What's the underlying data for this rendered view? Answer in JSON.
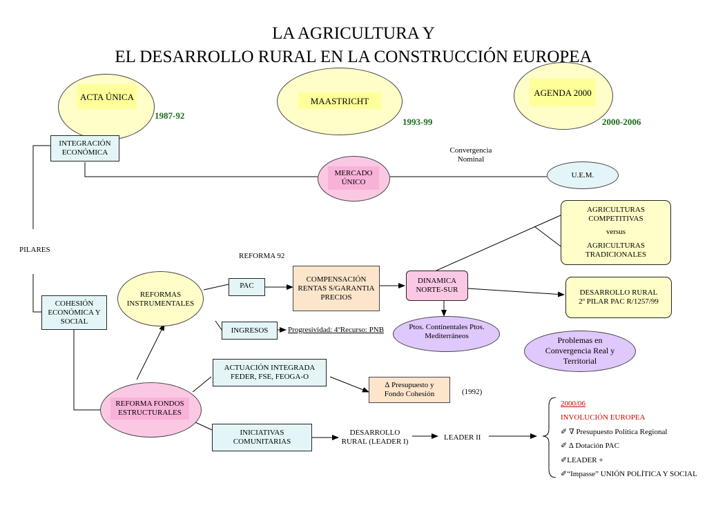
{
  "title": {
    "line1": "LA AGRICULTURA Y",
    "line2": "EL DESARROLLO RURAL EN LA CONSTRUCCIÓN EUROPEA"
  },
  "milestones": {
    "acta": {
      "label": "ACTA ÚNICA",
      "years": "1987-92"
    },
    "maastricht": {
      "label": "MAASTRICHT",
      "years": "1993-99"
    },
    "agenda": {
      "label": "AGENDA 2000",
      "years": "2000-2006"
    }
  },
  "nodes": {
    "integracion": "INTEGRACIÓN ECONÓMICA",
    "pilares": "PILARES",
    "cohesion": "COHESIÓN ECONÓMICA Y SOCIAL",
    "mercado": "MERCADO ÚNICO",
    "convergencia": "Convergencia Nominal",
    "uem": "U.E.M.",
    "agricompetitivas": "AGRICULTURAS COMPETITIVAS",
    "versus": "versus",
    "agritradicionales": "AGRICULTURAS TRADICIONALES",
    "reforma92": "REFORMA 92",
    "reformas_instr": "REFORMAS INSTRUMENTALES",
    "pac": "PAC",
    "compensacion": "COMPENSACIÓN RENTAS S/GARANTIA PRECIOS",
    "dinamica": "DINAMICA NORTE-SUR",
    "ptos": "Ptos. Continentales Ptos. Mediterráneos",
    "desarrollo2": "DESARROLLO RURAL 2º PILAR PAC R/1257/99",
    "ingresos": "INGRESOS",
    "progresividad": "Progresividad: 4ºRecurso: PNB",
    "problemas": "Problemas en Convergencia Real y Territorial",
    "actuacion": "ACTUACIÓN INTEGRADA FEDER, FSE, FEOGA-O",
    "presupuesto": "∆ Presupuesto y Fondo Cohesión",
    "y1992": "(1992)",
    "reforma_fondos": "REFORMA FONDOS ESTRUCTURALES",
    "iniciativas": "INICIATIVAS COMUNITARIAS",
    "desarrollo_leader": "DESARROLLO RURAL (LEADER I)",
    "leader2": "LEADER II"
  },
  "sidebar": {
    "date": "2000/06",
    "heading": "INVOLUCIÓN EUROPEA",
    "items": [
      "∇ Presupuesto Política Regional",
      "∆  Dotación PAC",
      "LEADER +",
      "“Impasse” UNIÓN POLÍTICA Y SOCIAL"
    ]
  },
  "colors": {
    "yellow": "#fffec8",
    "pink": "#fbc8e4",
    "lavender": "#dfc8fb",
    "lightblue": "#e4f5f8",
    "orange": "#fde5cc",
    "green_years": "#1a6b1a",
    "red": "#cc0000"
  }
}
